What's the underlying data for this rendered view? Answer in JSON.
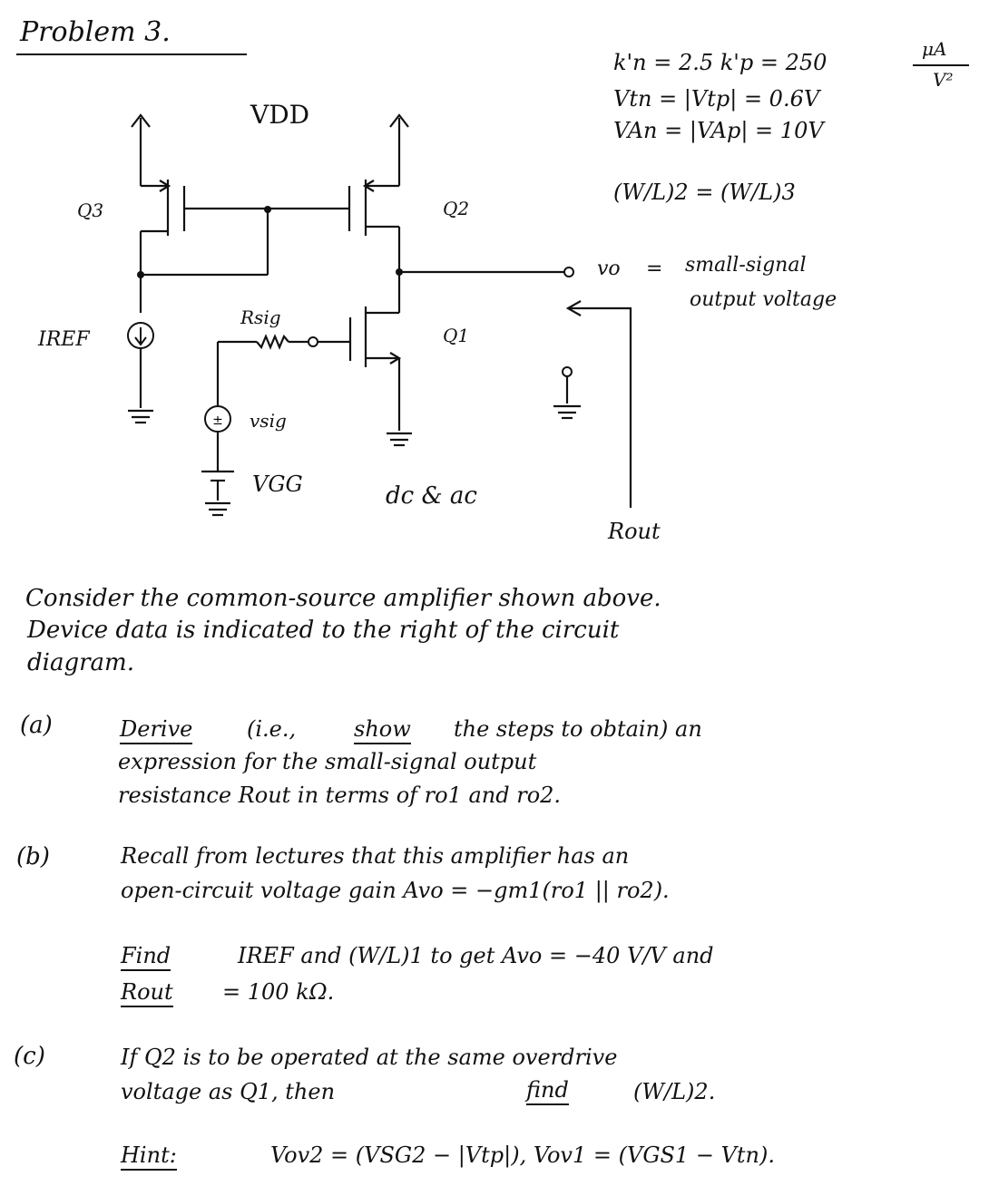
{
  "header": {
    "title": "Problem 3."
  },
  "device_data": {
    "line1": "k'n = 2.5 k'p = 250",
    "unit_num": "μA",
    "unit_den": "V²",
    "line2": "Vtn = |Vtp| = 0.6V",
    "line3": "VAn = |VAp| = 10V",
    "line4": "(W/L)2 = (W/L)3"
  },
  "circuit": {
    "vdd": "VDD",
    "q3": "Q3",
    "q2": "Q2",
    "q1": "Q1",
    "iref": "IREF",
    "rsig": "Rsig",
    "vsig": "vsig",
    "vgg": "VGG",
    "dc_ac": "dc & ac",
    "rout": "Rout",
    "vo": "vo",
    "vo_eq": "=",
    "vo_desc1": "small-signal",
    "vo_desc2": "output voltage"
  },
  "intro": {
    "line1": "Consider the common-source amplifier shown above.",
    "line2": "Device data is indicated to the right of the circuit",
    "line3": "diagram."
  },
  "part_a": {
    "label": "(a)",
    "derive": "Derive",
    "ie": "(i.e.,",
    "show": "show",
    "rest1": "the steps to obtain) an",
    "line2": "expression for the small-signal output",
    "line3": "resistance Rout in terms of ro1 and ro2."
  },
  "part_b": {
    "label": "(b)",
    "line1": "Recall from lectures that this amplifier has an",
    "line2": "open-circuit voltage gain Avo = −gm1(ro1 || ro2).",
    "find": "Find",
    "find_rest": "IREF and (W/L)1 to get Avo = −40 V/V and",
    "rout": "Rout",
    "rout_rest": "= 100 kΩ."
  },
  "part_c": {
    "label": "(c)",
    "line1": "If Q2 is to be operated at the same overdrive",
    "line2a": "voltage as Q1, then",
    "find": "find",
    "line2b": "(W/L)2.",
    "hint": "Hint:",
    "hint_rest": "Vov2 = (VSG2 − |Vtp|), Vov1 = (VGS1 − Vtn)."
  }
}
